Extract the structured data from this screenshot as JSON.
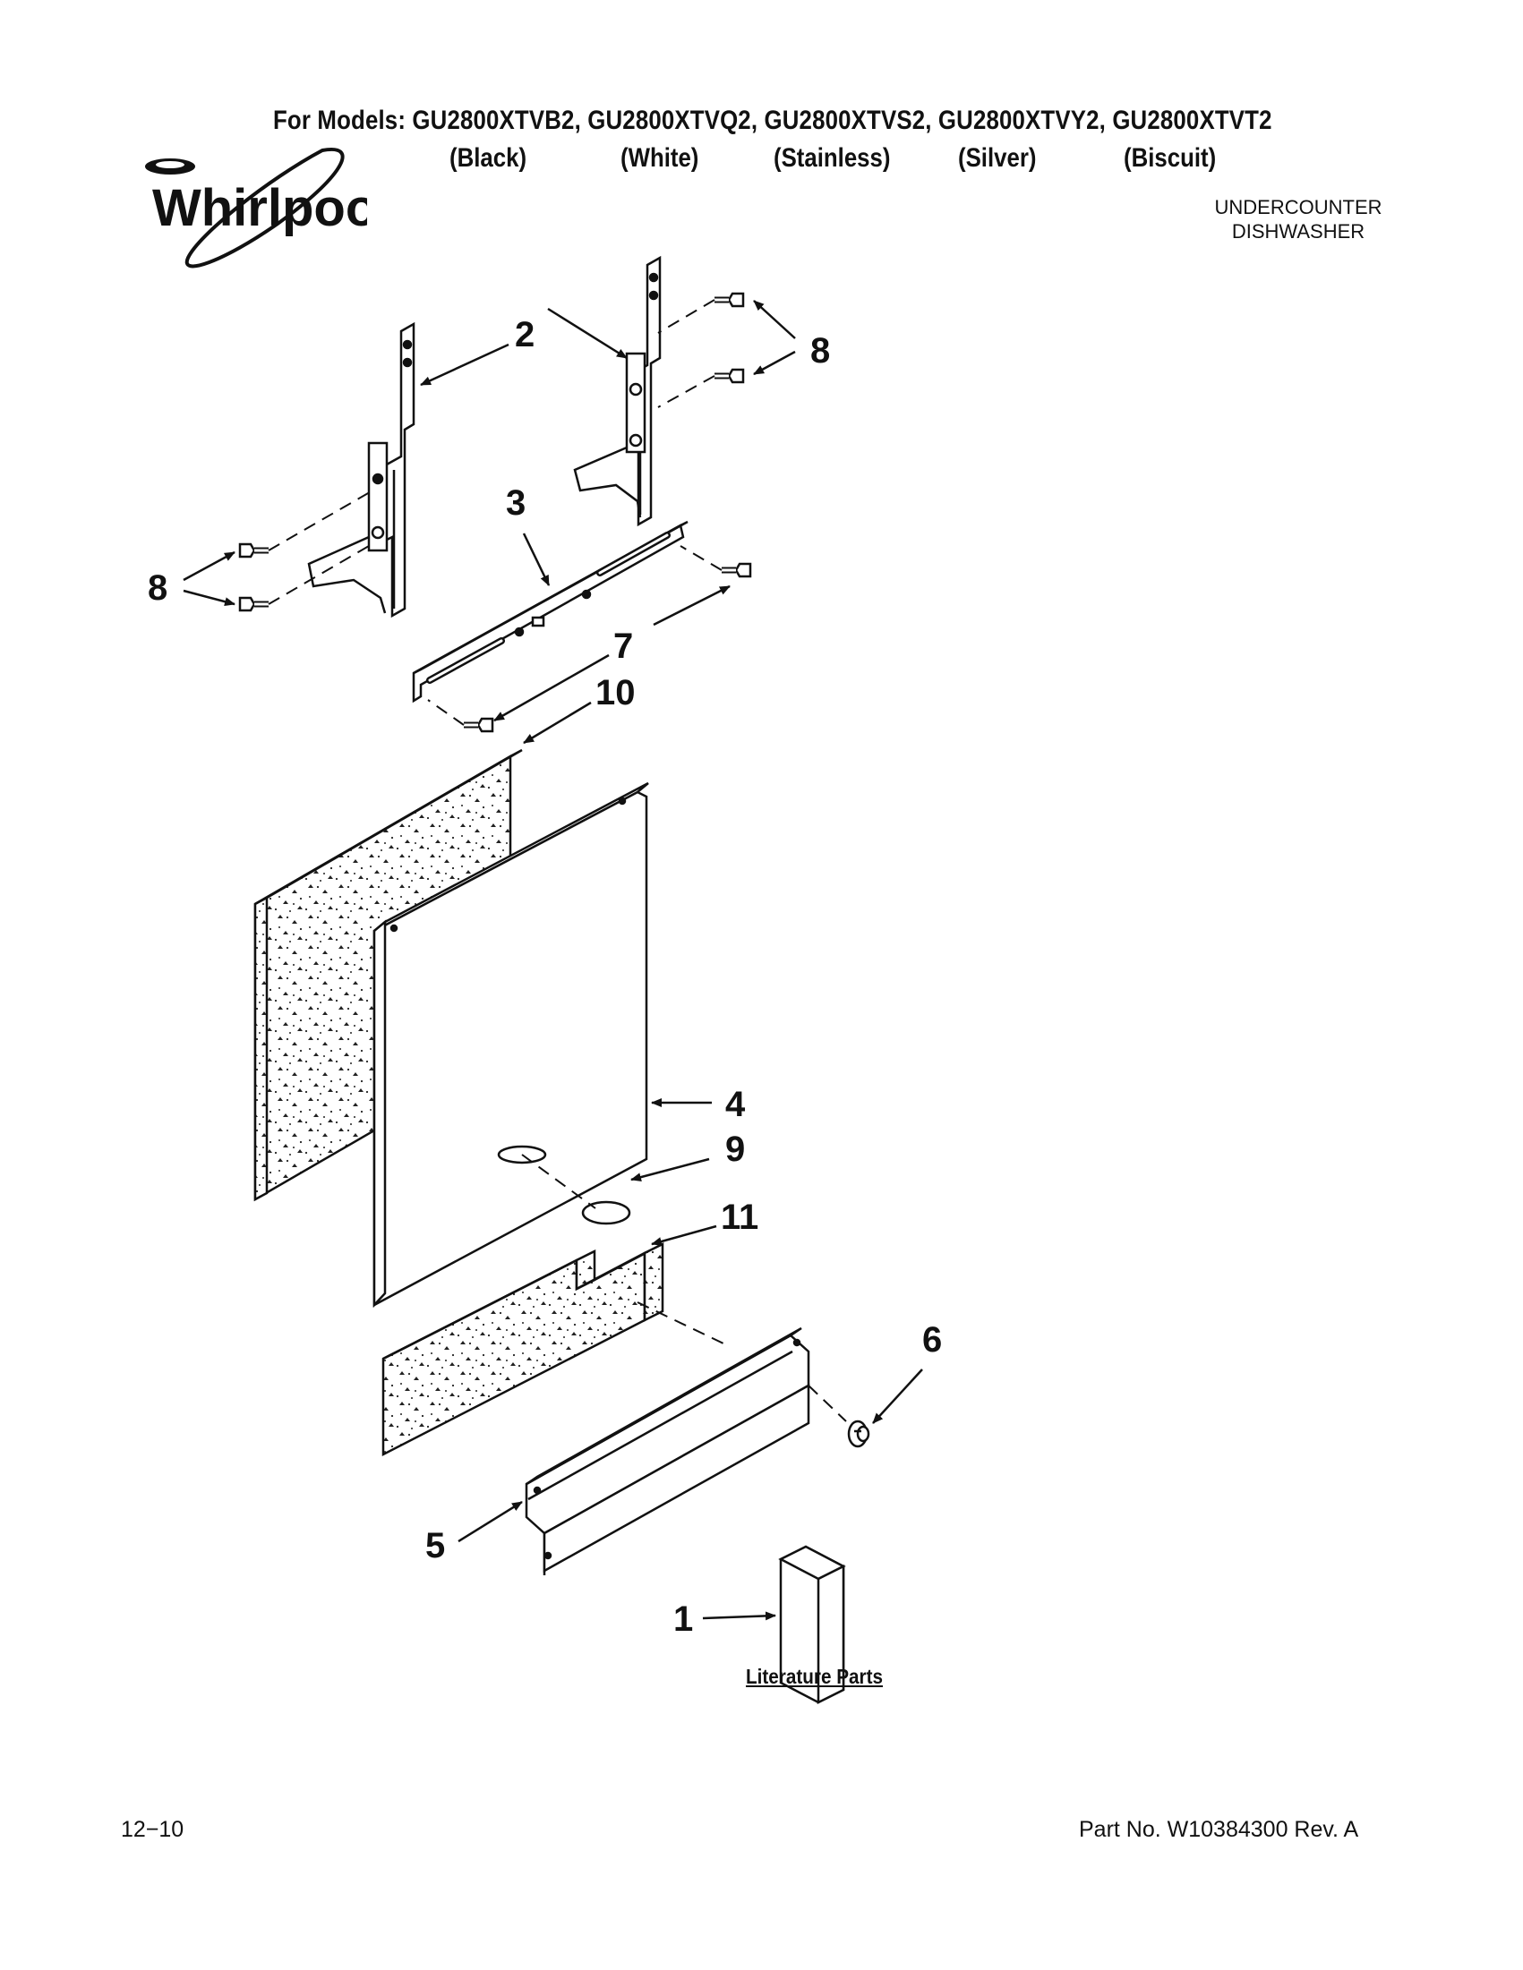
{
  "header": {
    "models_line": "For Models: GU2800XTVB2, GU2800XTVQ2, GU2800XTVS2, GU2800XTVY2, GU2800XTVT2",
    "colors": [
      "(Black)",
      "(White)",
      "(Stainless)",
      "(Silver)",
      "(Biscuit)"
    ],
    "brand": "Whirlpool",
    "product_type_line1": "UNDERCOUNTER",
    "product_type_line2": "DISHWASHER"
  },
  "diagram": {
    "callouts": [
      "1",
      "2",
      "3",
      "4",
      "5",
      "6",
      "7",
      "8",
      "8",
      "9",
      "10",
      "11"
    ],
    "literature_label": "Literature Parts",
    "icons": [
      "hinge-bracket",
      "screw",
      "door-panel",
      "insulation-panel",
      "plug",
      "toe-panel",
      "literature-booklet"
    ]
  },
  "footer": {
    "date": "12−10",
    "part_number": "Part No. W10384300 Rev. A"
  }
}
